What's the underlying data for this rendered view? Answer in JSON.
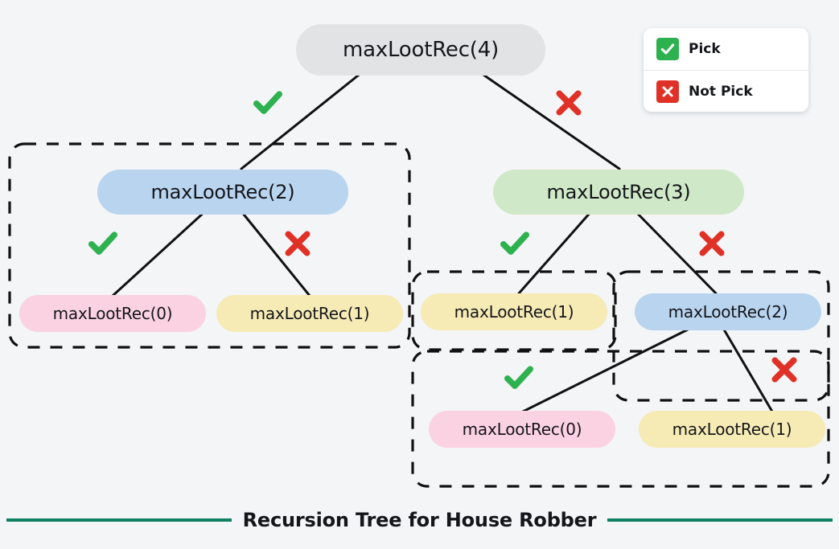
{
  "background_color": "#f3f5f7",
  "caption": {
    "text": "Recursion Tree for House Robber",
    "rule_color": "#0f8062"
  },
  "legend": {
    "items": [
      {
        "label": "Pick",
        "icon": "check-icon",
        "color": "#2eb14f"
      },
      {
        "label": "Not Pick",
        "icon": "cross-icon",
        "color": "#e03127"
      }
    ]
  },
  "palette": {
    "root": "#e2e3e5",
    "blue": "#b9d4ef",
    "green": "#cfe9c8",
    "pink": "#fad2e1",
    "yellow": "#f6eab5",
    "check": "#2eb14f",
    "cross": "#e03127",
    "edge": "#111111"
  },
  "tree": {
    "nodes": [
      {
        "id": "n0",
        "label": "maxLootRec(4)",
        "color": "root",
        "level": 0
      },
      {
        "id": "n1",
        "label": "maxLootRec(2)",
        "color": "blue",
        "level": 1
      },
      {
        "id": "n2",
        "label": "maxLootRec(3)",
        "color": "green",
        "level": 1
      },
      {
        "id": "n3",
        "label": "maxLootRec(0)",
        "color": "pink",
        "level": 2
      },
      {
        "id": "n4",
        "label": "maxLootRec(1)",
        "color": "yellow",
        "level": 2
      },
      {
        "id": "n5",
        "label": "maxLootRec(1)",
        "color": "yellow",
        "level": 2
      },
      {
        "id": "n6",
        "label": "maxLootRec(2)",
        "color": "blue",
        "level": 2
      },
      {
        "id": "n7",
        "label": "maxLootRec(0)",
        "color": "pink",
        "level": 3
      },
      {
        "id": "n8",
        "label": "maxLootRec(1)",
        "color": "yellow",
        "level": 3
      }
    ],
    "edges": [
      {
        "from": "n0",
        "to": "n1",
        "marker": "check"
      },
      {
        "from": "n0",
        "to": "n2",
        "marker": "cross"
      },
      {
        "from": "n1",
        "to": "n3",
        "marker": "check"
      },
      {
        "from": "n1",
        "to": "n4",
        "marker": "cross"
      },
      {
        "from": "n2",
        "to": "n5",
        "marker": "check"
      },
      {
        "from": "n2",
        "to": "n6",
        "marker": "cross"
      },
      {
        "from": "n6",
        "to": "n7",
        "marker": "check"
      },
      {
        "from": "n6",
        "to": "n8",
        "marker": "cross"
      }
    ],
    "repeated_subtree_groups": 3
  }
}
